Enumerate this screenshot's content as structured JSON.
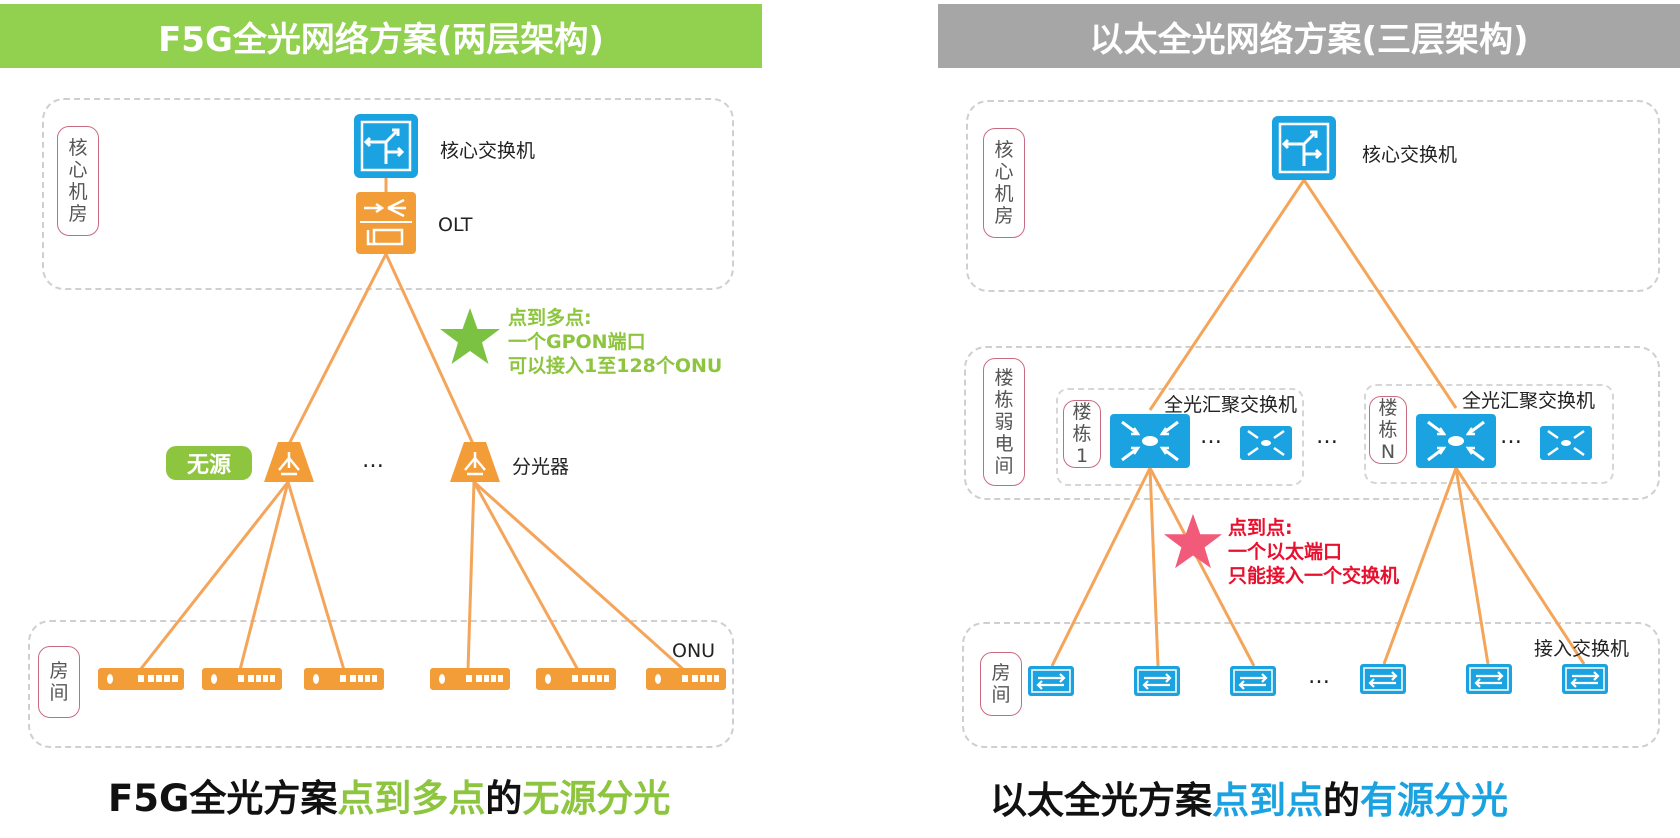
{
  "left": {
    "title": "F5G全光网络方案(两层架构)",
    "title_bg": "#92d050",
    "zone_core_label": "核心机房",
    "zone_room_label": "房间",
    "core_switch_label": "核心交换机",
    "olt_label": "OLT",
    "note": {
      "line1": "点到多点:",
      "line2": "一个GPON端口",
      "line3": "可以接入1至128个ONU",
      "color": "#8dc53e"
    },
    "passive_badge": "无源",
    "splitter_label": "分光器",
    "ellipsis": "…",
    "onu_label": "ONU",
    "bottom": {
      "part1": "F5G全光方案",
      "part2": "点到多点",
      "part3": "的",
      "part4": "无源分光"
    }
  },
  "right": {
    "title": "以太全光网络方案(三层架构)",
    "title_bg": "#a6a6a6",
    "zone_core_label": "核心机房",
    "zone_building_label": "楼栋弱电间",
    "building1_label": "楼栋1",
    "buildingN_label": "楼栋N",
    "core_switch_label": "核心交换机",
    "agg_switch_label_1": "全光汇聚交换机",
    "agg_switch_label_2": "全光汇聚交换机",
    "zone_room_label": "房间",
    "access_switch_label": "接入交换机",
    "ellipsis": "…",
    "note": {
      "line1": "点到点:",
      "line2": "一个以太端口",
      "line3": "只能接入一个交换机",
      "color": "#e8102e"
    },
    "bottom": {
      "part1": "以太全光方案",
      "part2": "点到点",
      "part3": "的",
      "part4": "有源分光"
    }
  },
  "colors": {
    "orange": "#f29d38",
    "cyan": "#1aa3e0",
    "green": "#8dc53e",
    "red": "#e8102e",
    "line": "#f4a55a",
    "star_green": "#7cc242",
    "star_pink": "#f25a7a"
  }
}
